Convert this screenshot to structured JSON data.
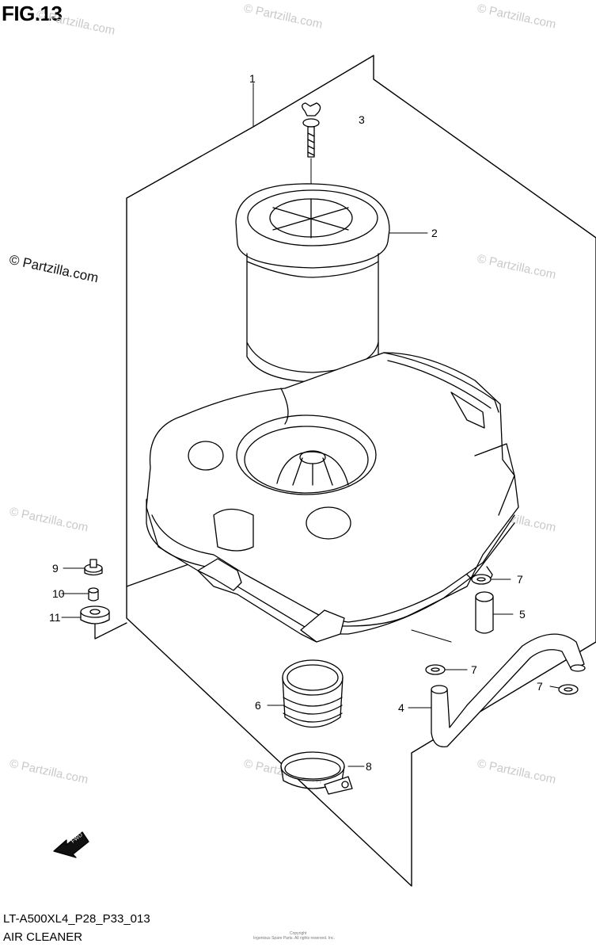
{
  "header": {
    "figure": "FIG.13"
  },
  "watermarks": {
    "text": "© Partzilla.com",
    "dark_text": "© Partzilla.com"
  },
  "footer": {
    "code": "LT-A500XL4_P28_P33_013",
    "name": "AIR CLEANER",
    "copyright": "Copyright",
    "copyright_detail": "Ingenious Spare Parts. All rights reserved. Inc."
  },
  "callouts": {
    "c1": "1",
    "c2": "2",
    "c3": "3",
    "c4": "4",
    "c5": "5",
    "c6": "6",
    "c7a": "7",
    "c7b": "7",
    "c7c": "7",
    "c8": "8",
    "c9": "9",
    "c10": "10",
    "c11": "11"
  },
  "fwd_label": "FWD"
}
